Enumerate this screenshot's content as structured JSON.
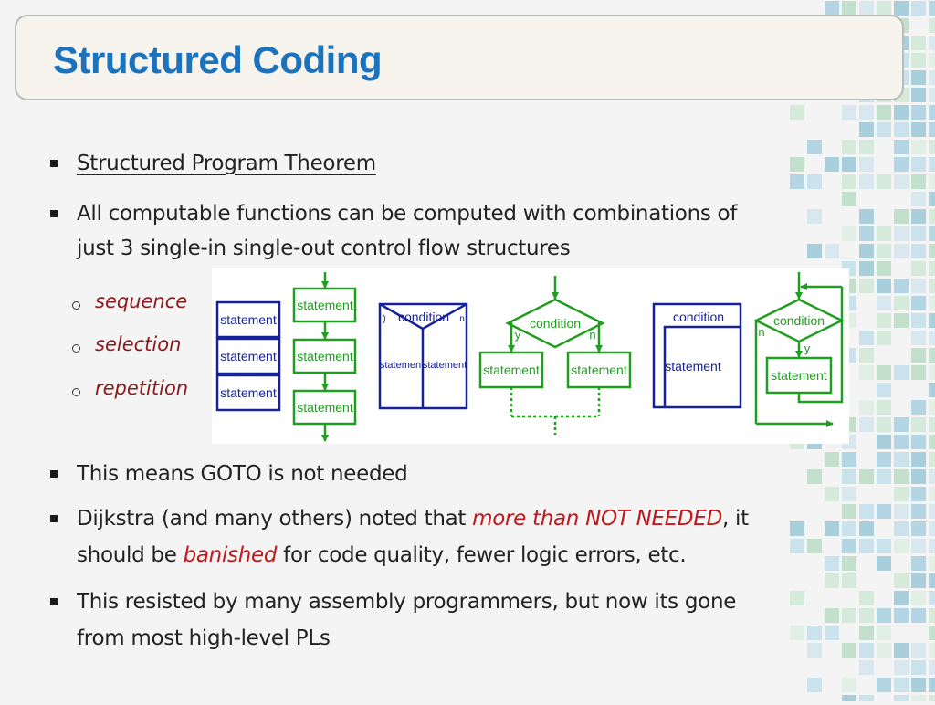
{
  "slide": {
    "title": "Structured Coding",
    "bullets": [
      {
        "text": "Structured Program Theorem"
      },
      {
        "line1": "All computable functions can be computed with combinations of",
        "line2": "just 3 single-in single-out control flow structures"
      },
      {
        "text": "This means GOTO is not needed"
      },
      {
        "pre": "Dijkstra (and many others) noted that ",
        "emph": "more than NOT NEEDED",
        "post": ", it",
        "line2_pre": "should be ",
        "line2_emph": "banished",
        "line2_post": " for code quality, fewer logic errors, etc."
      },
      {
        "line1": "This resisted by many assembly programmers, but now its gone",
        "line2": "from most high-level PLs"
      }
    ],
    "sub_items": [
      "sequence",
      "selection",
      "repetition"
    ]
  },
  "diagram": {
    "sequence_blue": [
      "statement",
      "statement",
      "statement"
    ],
    "sequence_green": [
      "statement",
      "statement",
      "statement"
    ],
    "selection_blue": {
      "condition": "condition",
      "left_branch": "statement",
      "right_branch": "statement",
      "left_mark": ")",
      "right_mark": "n"
    },
    "selection_green": {
      "condition": "condition",
      "yes": "y",
      "no": "n",
      "left_branch": "statement",
      "right_branch": "statement"
    },
    "repetition_blue": {
      "condition": "condition",
      "body": "statement"
    },
    "repetition_green": {
      "condition": "condition",
      "yes": "y",
      "no": "n",
      "body": "statement"
    }
  },
  "colors": {
    "title": "#1b72bd",
    "emphasis": "#c0181c",
    "sub_item": "#8b1a1f",
    "diagram_blue": "#15229a",
    "diagram_green": "#1f9e1f"
  }
}
